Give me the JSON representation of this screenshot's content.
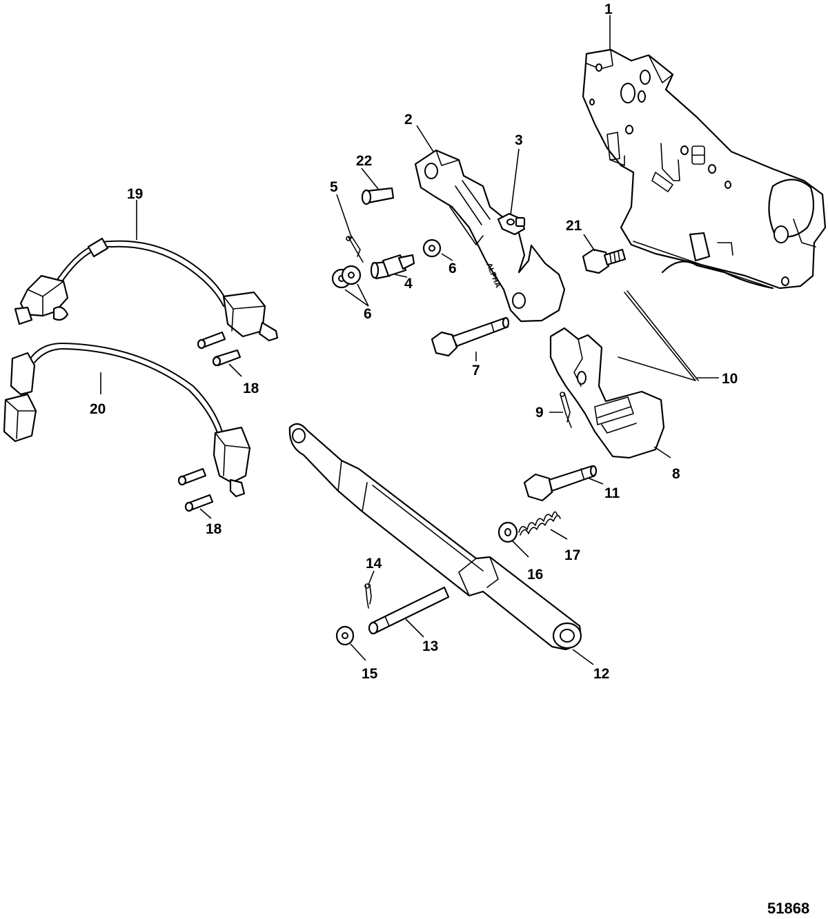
{
  "figure_id": "51868",
  "part_stamp": "ALPHA",
  "callouts": [
    {
      "id": "c1",
      "label": "1"
    },
    {
      "id": "c2",
      "label": "2"
    },
    {
      "id": "c3",
      "label": "3"
    },
    {
      "id": "c4",
      "label": "4"
    },
    {
      "id": "c5",
      "label": "5"
    },
    {
      "id": "c6a",
      "label": "6"
    },
    {
      "id": "c6b",
      "label": "6"
    },
    {
      "id": "c7",
      "label": "7"
    },
    {
      "id": "c8",
      "label": "8"
    },
    {
      "id": "c9",
      "label": "9"
    },
    {
      "id": "c10",
      "label": "10"
    },
    {
      "id": "c11",
      "label": "11"
    },
    {
      "id": "c12",
      "label": "12"
    },
    {
      "id": "c13",
      "label": "13"
    },
    {
      "id": "c14",
      "label": "14"
    },
    {
      "id": "c15",
      "label": "15"
    },
    {
      "id": "c16",
      "label": "16"
    },
    {
      "id": "c17",
      "label": "17"
    },
    {
      "id": "c18a",
      "label": "18"
    },
    {
      "id": "c18b",
      "label": "18"
    },
    {
      "id": "c19",
      "label": "19"
    },
    {
      "id": "c20",
      "label": "20"
    },
    {
      "id": "c21",
      "label": "21"
    },
    {
      "id": "c22",
      "label": "22"
    }
  ]
}
